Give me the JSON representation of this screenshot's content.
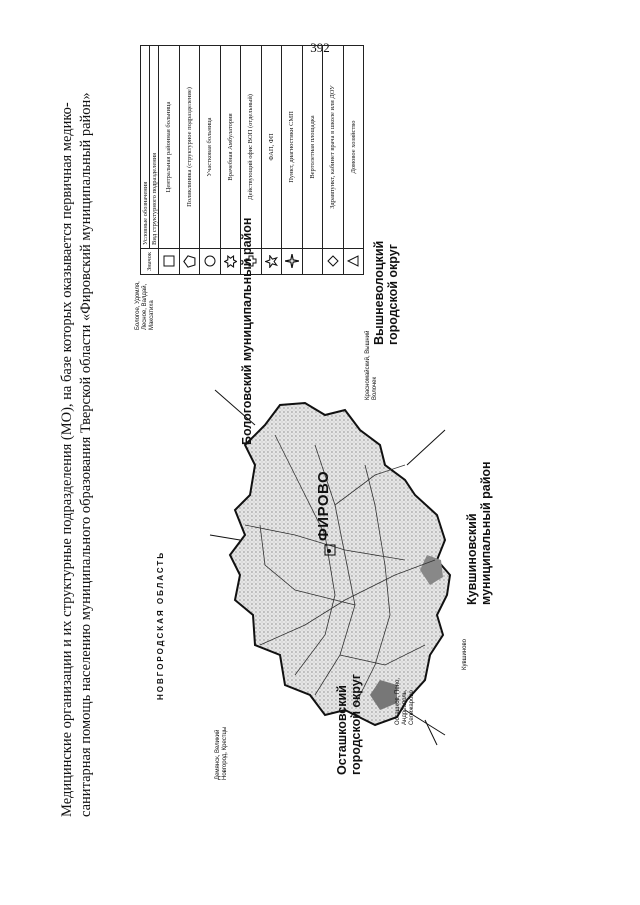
{
  "page_number": "392",
  "title": "Медицинские организации и их структурные подразделения (МО), на базе которых оказывается первичная медико-санитарная помощь населению муниципального образования Тверской области «Фировский муниципальный район»",
  "legend": {
    "header_symbol": "Значок",
    "header_caption": "Условные обозначения",
    "header_sub": "Вид структурного подразделения",
    "items": [
      {
        "icon": "square-icon",
        "label": "Центральная районная больница"
      },
      {
        "icon": "pentagon-icon",
        "label": "Поликлиника (структурное подразделение)"
      },
      {
        "icon": "circle-icon",
        "label": "Участковая больница"
      },
      {
        "icon": "star-six-icon",
        "label": "Врачебная Амбулатория"
      },
      {
        "icon": "cross-icon",
        "label": "Действующий офис ВОП (отдельный)"
      },
      {
        "icon": "star-icon",
        "label": "ФАП, ФП"
      },
      {
        "icon": "sparkle-icon",
        "label": "Пункт, диагностики СМП"
      },
      {
        "icon": "empty",
        "label": "Вертолетная площадка"
      },
      {
        "icon": "diamond-icon",
        "label": "Здравпункт, кабинет врача в школе или ДОУ"
      },
      {
        "icon": "triangle-icon",
        "label": "Домовое хозяйство"
      }
    ]
  },
  "map": {
    "city": "ФИРОВО",
    "districts": {
      "bologovsky": "Бологовский муниципальный район",
      "vyshnevolotsky": "Вышневолоцкий городской округ",
      "ostashkovsky": "Осташковский городской округ",
      "kuvshinovsky": "Кувшиновский муниципальный район",
      "novgorod": "НОВГОРОДСКАЯ ОБЛАСТЬ"
    },
    "small_labels": {
      "top_right": "Бологое, Удомля, Лесное, Валдай, Максатиха",
      "vyshnevolotsky_arrow": "Красномайский, Вышний Волочек",
      "ostashkov_arrow": "Осташков, Пено, Андреаполь, Селижарово",
      "novgorod_arrow": "Демянск, Великий Новгород, Крестцы",
      "kuvshinovo_arrow": "Кувшиново"
    }
  }
}
